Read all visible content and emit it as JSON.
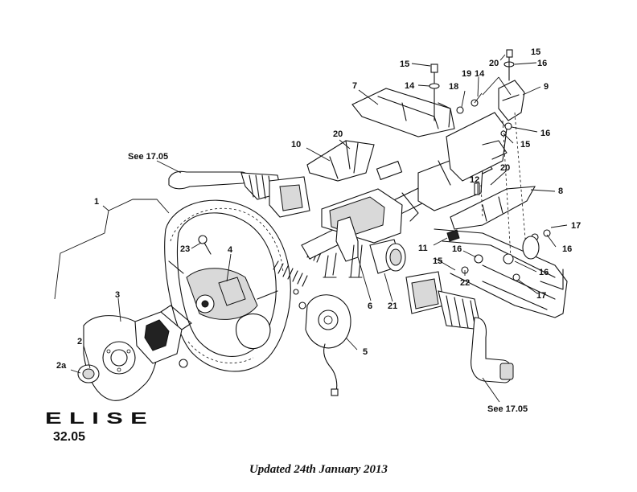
{
  "diagram": {
    "brand_logo_text": "ELISE",
    "page_code": "32.05",
    "updated_text": "Updated 24th January 2013",
    "callouts": [
      {
        "key": "c1",
        "text": "1"
      },
      {
        "key": "c2",
        "text": "2"
      },
      {
        "key": "c2a",
        "text": "2a"
      },
      {
        "key": "c3",
        "text": "3"
      },
      {
        "key": "c4",
        "text": "4"
      },
      {
        "key": "c5",
        "text": "5"
      },
      {
        "key": "c6",
        "text": "6"
      },
      {
        "key": "c7",
        "text": "7"
      },
      {
        "key": "c8",
        "text": "8"
      },
      {
        "key": "c9",
        "text": "9"
      },
      {
        "key": "c10",
        "text": "10"
      },
      {
        "key": "c11",
        "text": "11"
      },
      {
        "key": "c12",
        "text": "12"
      },
      {
        "key": "c14a",
        "text": "14"
      },
      {
        "key": "c14b",
        "text": "14"
      },
      {
        "key": "c15a",
        "text": "15"
      },
      {
        "key": "c15b",
        "text": "15"
      },
      {
        "key": "c15c",
        "text": "15"
      },
      {
        "key": "c15d",
        "text": "15"
      },
      {
        "key": "c16a",
        "text": "16"
      },
      {
        "key": "c16b",
        "text": "16"
      },
      {
        "key": "c16c",
        "text": "16"
      },
      {
        "key": "c16d",
        "text": "16"
      },
      {
        "key": "c16e",
        "text": "16"
      },
      {
        "key": "c17a",
        "text": "17"
      },
      {
        "key": "c17b",
        "text": "17"
      },
      {
        "key": "c18",
        "text": "18"
      },
      {
        "key": "c19",
        "text": "19"
      },
      {
        "key": "c20a",
        "text": "20"
      },
      {
        "key": "c20b",
        "text": "20"
      },
      {
        "key": "c20c",
        "text": "20"
      },
      {
        "key": "c21",
        "text": "21"
      },
      {
        "key": "c22",
        "text": "22"
      },
      {
        "key": "c23",
        "text": "23"
      },
      {
        "key": "see1",
        "text": "See 17.05"
      },
      {
        "key": "see2",
        "text": "See 17.05"
      }
    ]
  }
}
